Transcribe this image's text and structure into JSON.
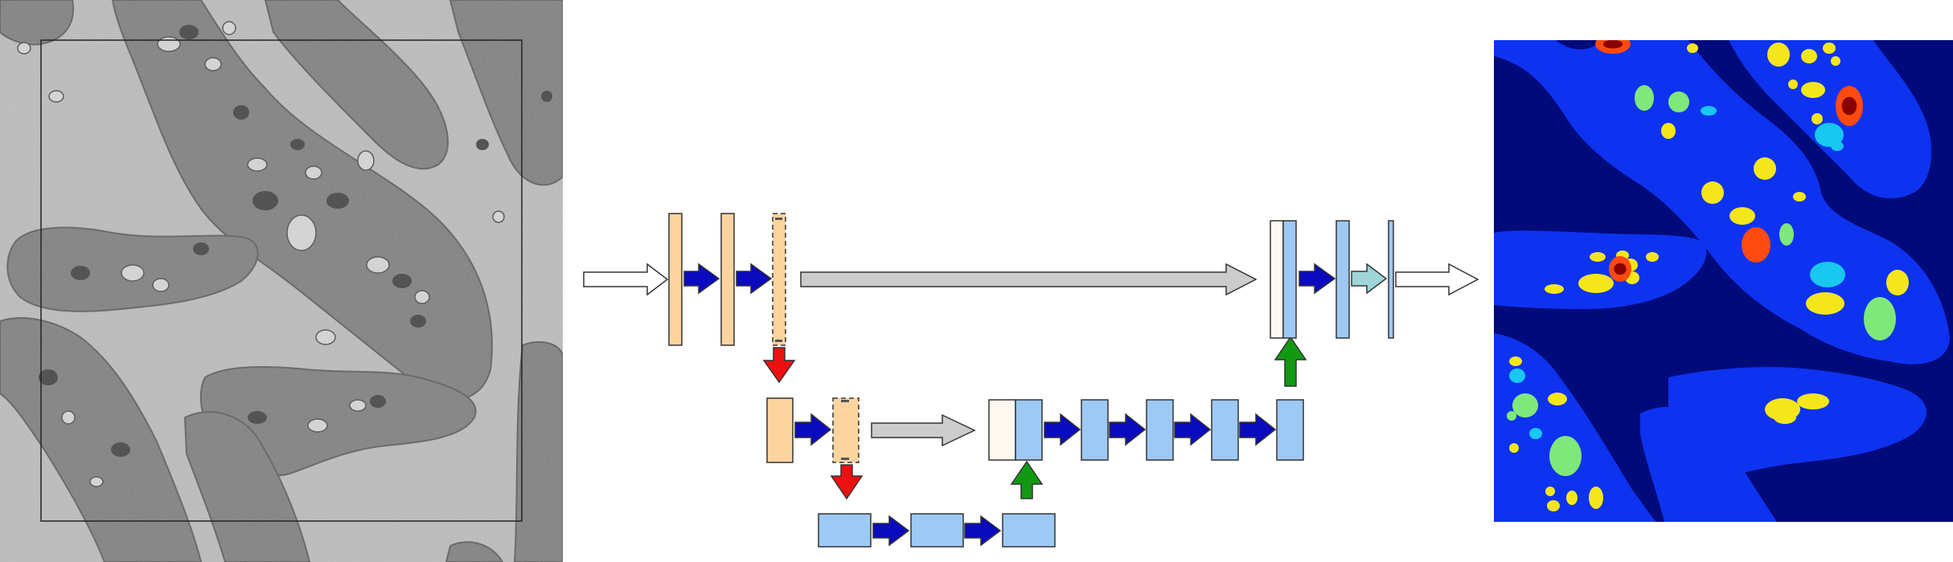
{
  "colors": {
    "background": "#ffffff",
    "encoder_block": "#fdd49e",
    "decoder_block": "#9ec9f5",
    "skip_block": "#fef8f0",
    "final_arrow": "#9fd4d8",
    "conv_arrow": "#0a0abf",
    "pool_arrow": "#ee1010",
    "upconv_arrow": "#119911",
    "skip_arrow": "#cccccc",
    "io_arrow": "#ffffff",
    "em_background": "#bdbdbd",
    "em_cell": "#7d7d7d",
    "seg_background": "#000a7a",
    "seg_cell": "#0d33f0",
    "seg_class_yellow": "#f5e61c",
    "seg_class_green": "#7fe87a",
    "seg_class_cyan": "#18c8f0",
    "seg_class_orange": "#ff4a10",
    "seg_class_darkred": "#8a0000"
  },
  "panels": [
    "input-em-image",
    "unet-architecture",
    "output-segmentation"
  ]
}
